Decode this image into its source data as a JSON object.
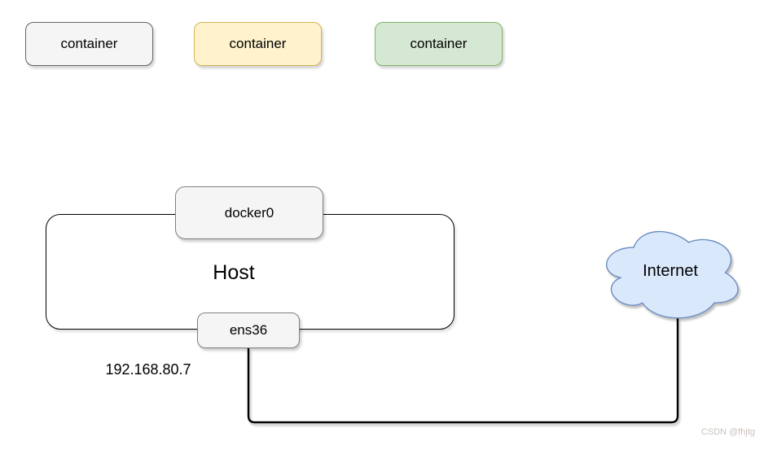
{
  "diagram": {
    "containers": [
      {
        "label": "container",
        "fill": "#f5f5f5",
        "stroke": "#666666"
      },
      {
        "label": "container",
        "fill": "#fff2cc",
        "stroke": "#d6b656"
      },
      {
        "label": "container",
        "fill": "#d5e8d4",
        "stroke": "#82b366"
      }
    ],
    "host": {
      "label": "Host",
      "fill": "#ffffff",
      "stroke": "#000000"
    },
    "interfaces": {
      "docker0": {
        "label": "docker0",
        "fill": "#f5f5f5",
        "stroke": "#808080"
      },
      "ens36": {
        "label": "ens36",
        "fill": "#f5f5f5",
        "stroke": "#808080"
      }
    },
    "ip_address": "192.168.80.7",
    "internet": {
      "label": "Internet",
      "fill": "#dae8fc",
      "stroke": "#6c8ebf"
    },
    "connector_color": "#000000",
    "watermark": "CSDN @fhjtg"
  }
}
